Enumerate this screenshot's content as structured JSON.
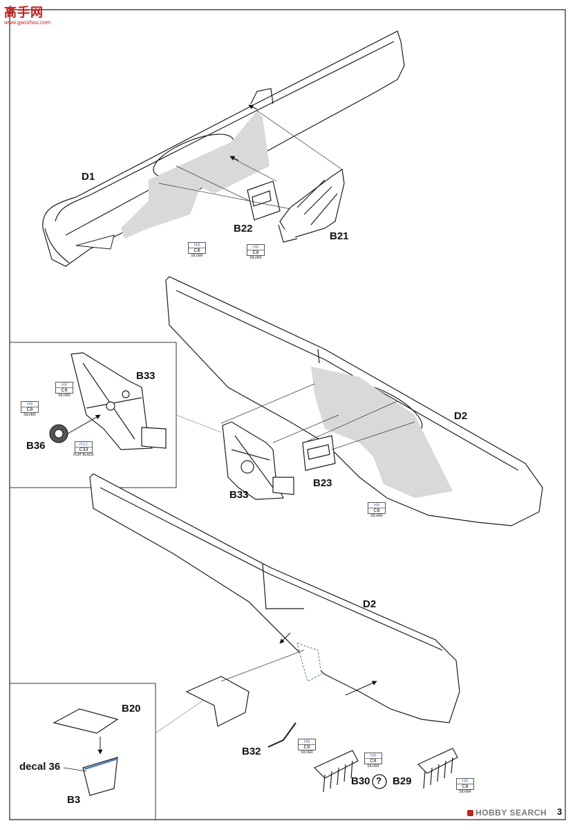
{
  "watermark_top": {
    "title": "高手网",
    "url": "www.gaoshou.com"
  },
  "watermark_bottom": {
    "brand": "HOBBY SEARCH"
  },
  "page_number": "3",
  "labels": {
    "d1": "D1",
    "b22": "B22",
    "b21": "B21",
    "b33_inset": "B33",
    "b36": "B36",
    "d2_mid": "D2",
    "b33": "B33",
    "b23": "B23",
    "d2_bottom": "D2",
    "b20": "B20",
    "decal36": "decal 36",
    "b3": "B3",
    "b32": "B32",
    "b30": "B30",
    "b29": "B29",
    "question": "?"
  },
  "paint_chips": [
    {
      "id": "p1",
      "h": "H8",
      "c": "C8",
      "name": "SILVER"
    },
    {
      "id": "p2",
      "h": "H8",
      "c": "C8",
      "name": "SILVER"
    },
    {
      "id": "p3",
      "h": "H8",
      "c": "C8",
      "name": "SILVER"
    },
    {
      "id": "p4",
      "h": "H8",
      "c": "C8",
      "name": "SILVER"
    },
    {
      "id": "p5",
      "h": "H12",
      "c": "C33",
      "name": "FLAT BLACK"
    },
    {
      "id": "p6",
      "h": "H8",
      "c": "C8",
      "name": "SILVER"
    },
    {
      "id": "p7",
      "h": "H8",
      "c": "C8",
      "name": "SILVER"
    },
    {
      "id": "p8",
      "h": "H8",
      "c": "C8",
      "name": "SILVER"
    },
    {
      "id": "p9",
      "h": "H8",
      "c": "C8",
      "name": "SILVER"
    }
  ],
  "colors": {
    "shade": "#d9d9d9",
    "line": "#1a1a1a",
    "accent_blue": "#4a7ab8",
    "watermark_red": "#c8201f"
  }
}
